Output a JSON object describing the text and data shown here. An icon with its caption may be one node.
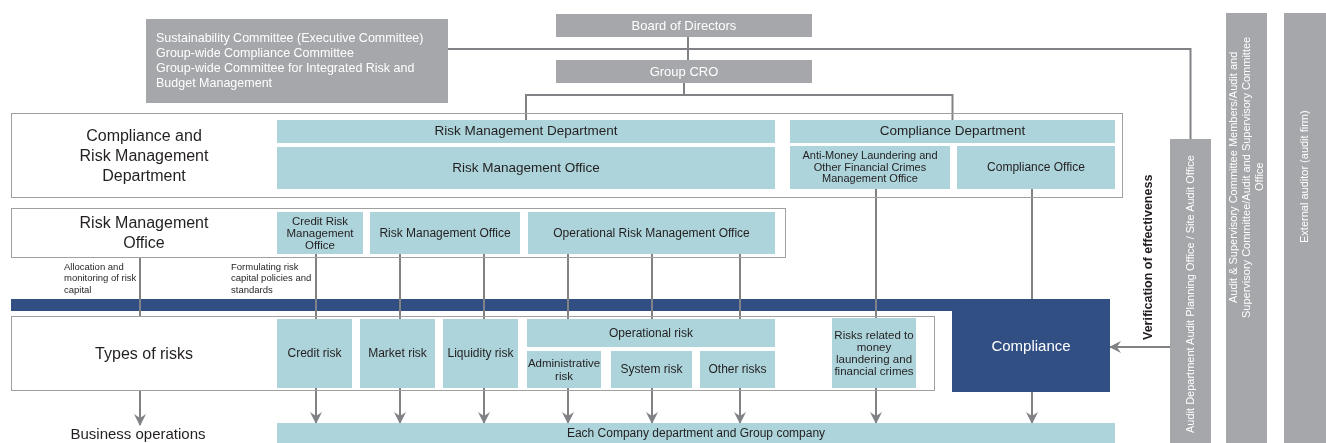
{
  "diagram": {
    "nodes": [
      {
        "text": [
          "Sustainability Committee (Executive Committee)",
          "Group-wide Compliance Committee",
          "Group-wide Committee for Integrated Risk and Budget Management"
        ]
      },
      {
        "text": [
          "Board of Directors"
        ]
      },
      {
        "text": [
          "Group CRO"
        ]
      },
      {
        "text": [
          "Compliance and Risk Management Department"
        ]
      },
      {
        "text": [
          "Risk Management Department"
        ],
        "in": 3
      },
      {
        "text": [
          "Risk Management Office"
        ],
        "in": 3
      },
      {
        "text": [
          "Compliance Department"
        ],
        "in": 3
      },
      {
        "text": [
          "Anti-Money Laundering and Other Financial Crimes Management Office"
        ],
        "in": 3
      },
      {
        "text": [
          "Compliance Office"
        ],
        "in": 3
      },
      {
        "text": [
          "Risk Management Office"
        ]
      },
      {
        "text": [
          "Credit Risk Management Office"
        ],
        "in": 9
      },
      {
        "text": [
          "Risk Management Office"
        ],
        "in": 9
      },
      {
        "text": [
          "Operational Risk Management Office"
        ],
        "in": 9
      },
      {
        "text": [
          "Types of risks"
        ]
      },
      {
        "text": [
          "Credit risk"
        ],
        "in": 13
      },
      {
        "text": [
          "Market risk"
        ],
        "in": 13
      },
      {
        "text": [
          "Liquidity risk"
        ],
        "in": 13
      },
      {
        "text": [
          "Operational risk"
        ],
        "in": 13
      },
      {
        "text": [
          "Administrative risk"
        ],
        "in": 13
      },
      {
        "text": [
          "System risk"
        ],
        "in": 13
      },
      {
        "text": [
          "Other risks"
        ],
        "in": 13
      },
      {
        "text": [
          "Risks related to money laundering and financial crimes"
        ],
        "in": 13
      },
      {
        "text": [
          "Compliance"
        ]
      },
      {
        "text": [
          "Business operations"
        ]
      },
      {
        "text": [
          "Each Company department and Group company"
        ]
      },
      {
        "text": [
          "Audit Department Audit Planning Office / Site Audit Office"
        ]
      },
      {
        "text": [
          "Audit & Supervisory Committee Members/Audit and Supervisory Committee/Audit and Supervisory Committee Office"
        ]
      },
      {
        "text": [
          "External auditor (audit firm)"
        ]
      }
    ],
    "edges": [
      {
        "from": 1,
        "to": 2,
        "arrow": "none"
      },
      {
        "from": 0,
        "to": 25,
        "arrow": "none"
      },
      {
        "from": 2,
        "to": 4,
        "arrow": "none"
      },
      {
        "from": 2,
        "to": 6,
        "arrow": "none"
      },
      {
        "from": 9,
        "to": 13,
        "arrow": "none"
      },
      {
        "from": 10,
        "to": 14,
        "arrow": "none"
      },
      {
        "from": 11,
        "to": 15,
        "arrow": "none"
      },
      {
        "from": 11,
        "to": 16,
        "arrow": "none"
      },
      {
        "from": 12,
        "to": 17,
        "arrow": "none"
      },
      {
        "from": 12,
        "to": 17,
        "arrow": "none"
      },
      {
        "from": 12,
        "to": 17,
        "arrow": "none"
      },
      {
        "from": 7,
        "to": 21,
        "arrow": "none"
      },
      {
        "from": 8,
        "to": 22,
        "arrow": "none"
      },
      {
        "from": 13,
        "to": 23,
        "arrow": "to"
      },
      {
        "from": 14,
        "to": 24,
        "arrow": "to"
      },
      {
        "from": 15,
        "to": 24,
        "arrow": "to"
      },
      {
        "from": 16,
        "to": 24,
        "arrow": "to"
      },
      {
        "from": 18,
        "to": 24,
        "arrow": "to"
      },
      {
        "from": 19,
        "to": 24,
        "arrow": "to"
      },
      {
        "from": 20,
        "to": 24,
        "arrow": "to"
      },
      {
        "from": 21,
        "to": 24,
        "arrow": "to"
      },
      {
        "from": 22,
        "to": 24,
        "arrow": "to"
      },
      {
        "from": 25,
        "to": 22,
        "arrow": "to",
        "label": "Verification of effectiveness"
      }
    ],
    "labels": [
      "Allocation and monitoring of risk capital",
      "Formulating risk capital policies and standards"
    ]
  }
}
